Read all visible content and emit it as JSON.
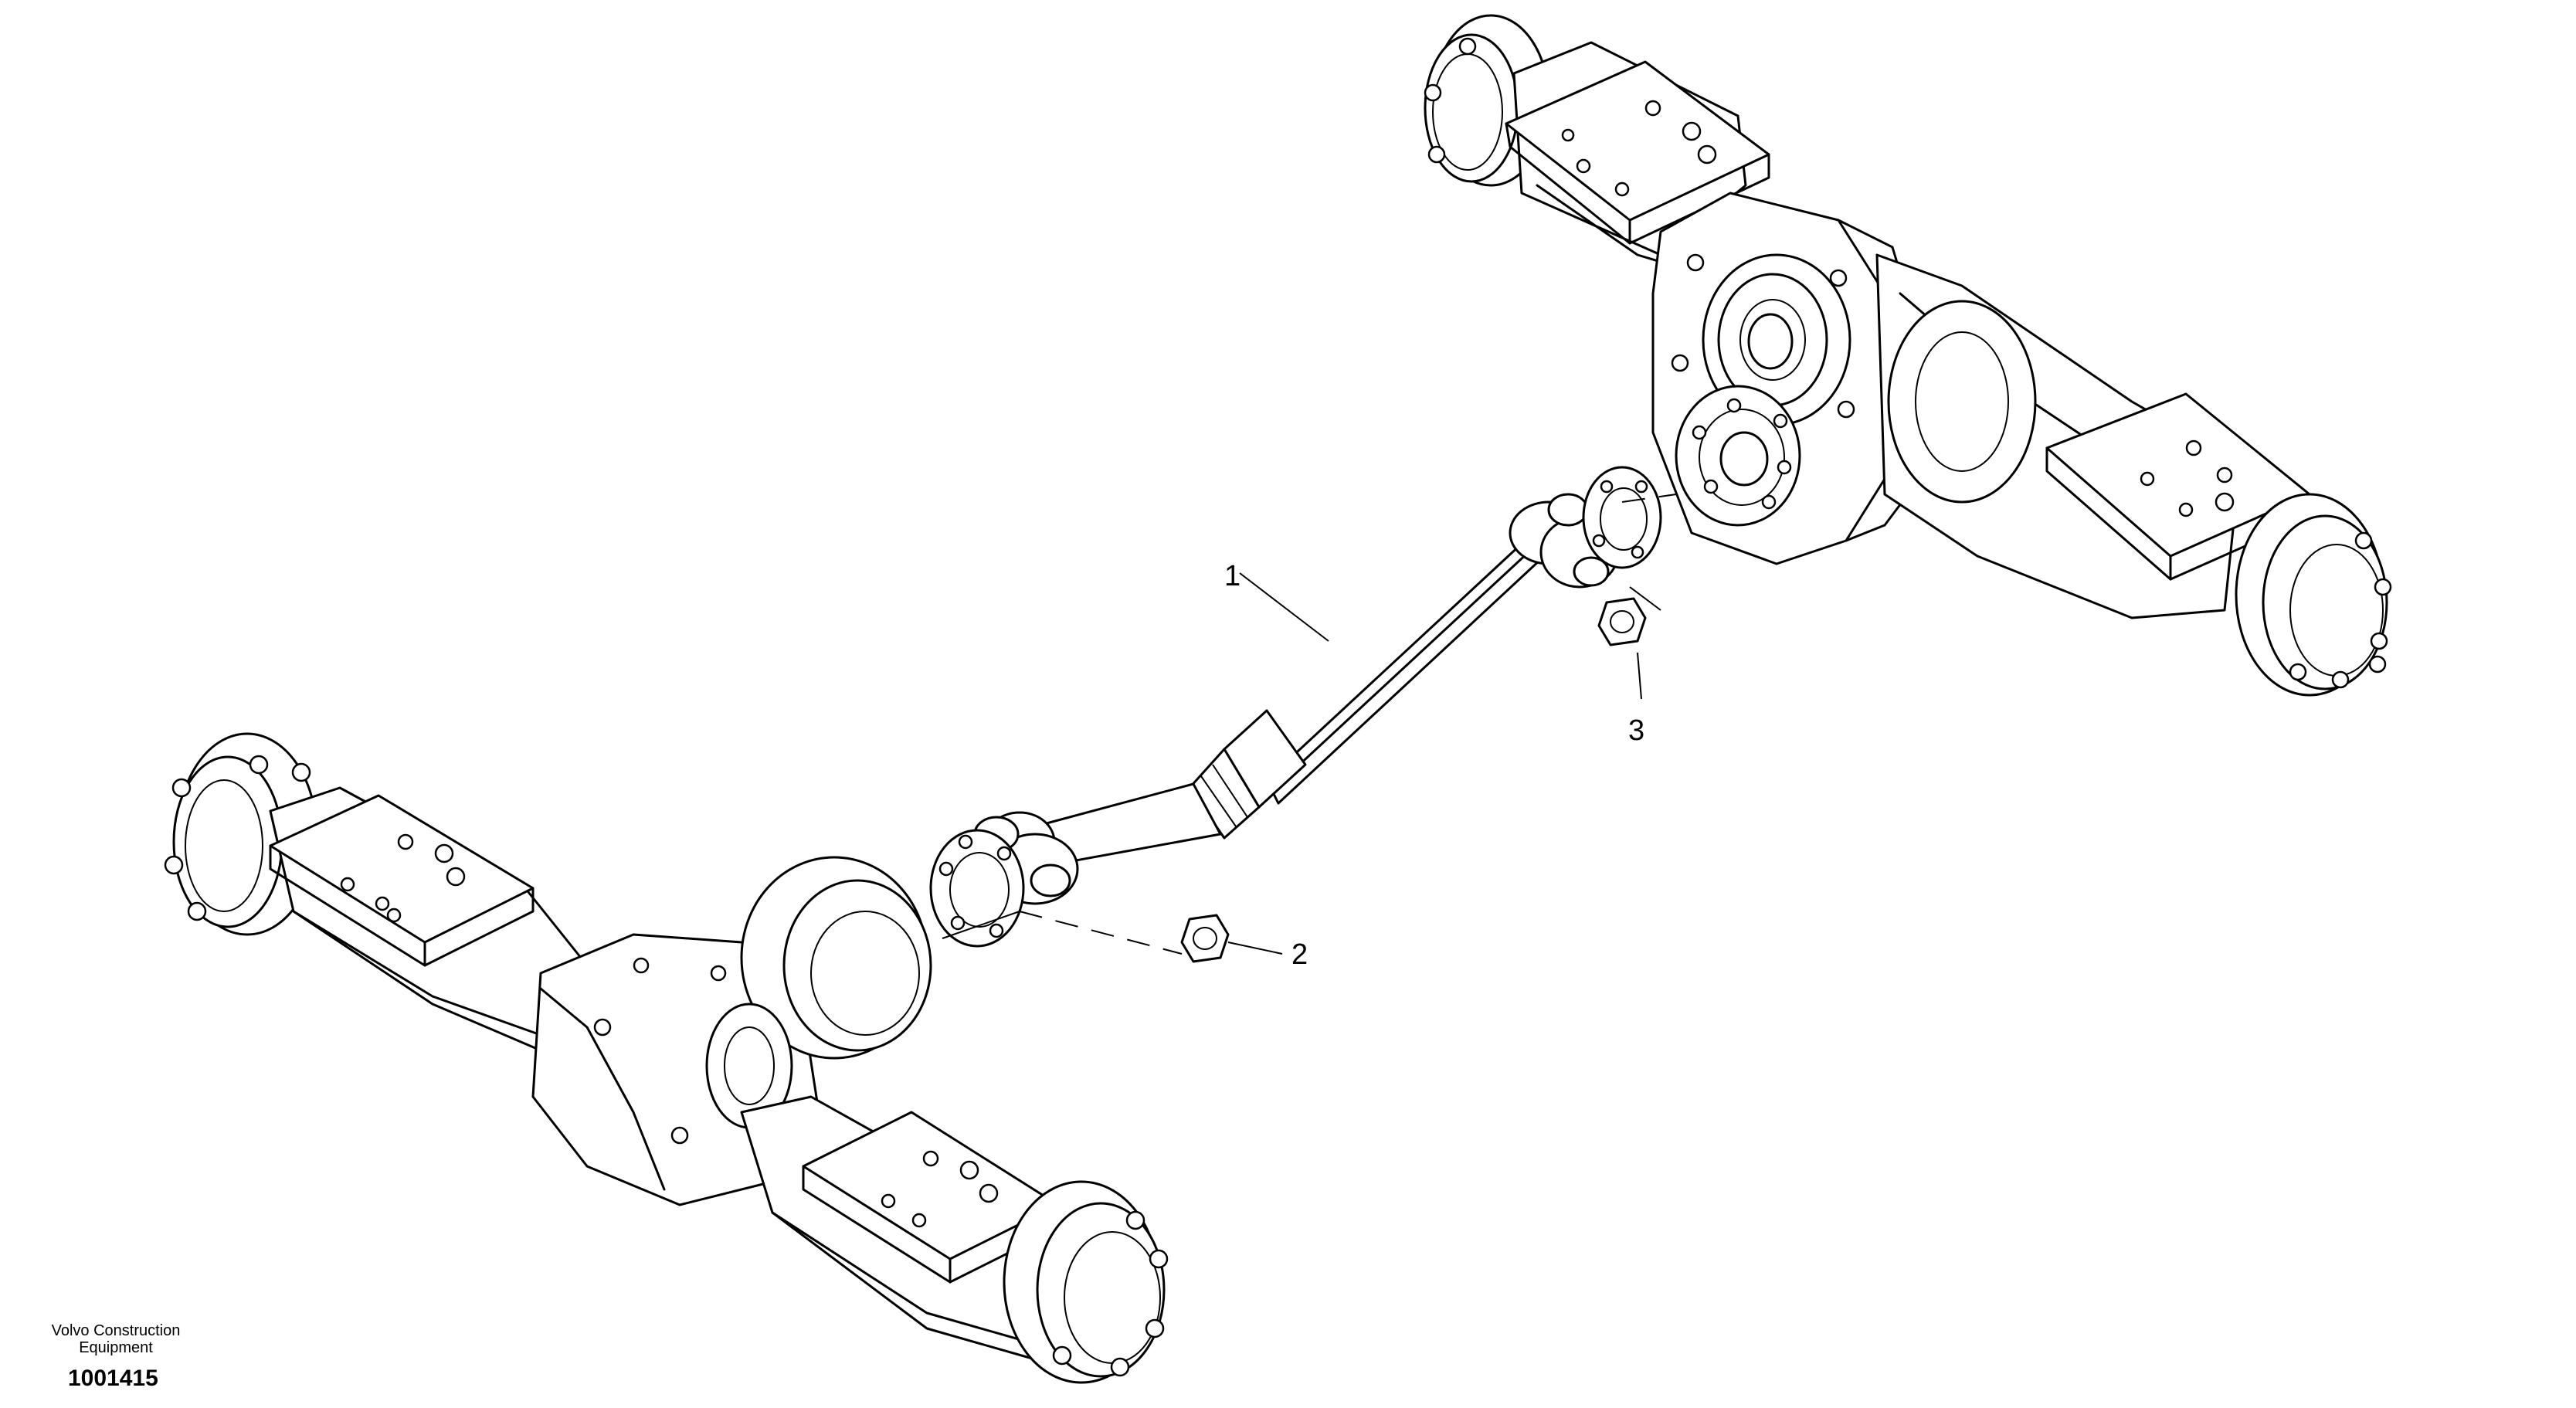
{
  "callouts": [
    {
      "id": "1",
      "label": "1"
    },
    {
      "id": "2",
      "label": "2"
    },
    {
      "id": "3",
      "label": "3"
    }
  ],
  "brand": {
    "line1": "Volvo Construction",
    "line2": "Equipment"
  },
  "drawing_number": "1001415"
}
